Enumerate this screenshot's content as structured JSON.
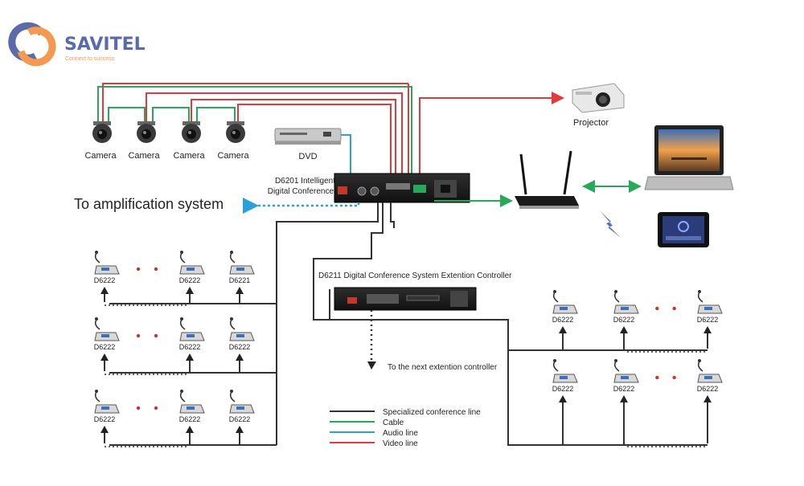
{
  "brand": {
    "name": "SAVITEL",
    "tagline": "Connect to success",
    "colors": {
      "primary": "#5b6aa8",
      "accent": "#f39a50"
    }
  },
  "devices": {
    "camera_label": "Camera",
    "dvd_label": "DVD",
    "projector_label": "Projector",
    "main_unit_line1": "D6201 Intelligent",
    "main_unit_line2": "Digital Conference",
    "extension_label": "D6211 Digital Conference System Extention Controller"
  },
  "amplification_label": "To amplification system",
  "next_extension_label": "To the next extention controller",
  "mic_labels": {
    "d6222": "D6222",
    "d6221": "D6221"
  },
  "legend": [
    {
      "label": "Specialized conference line",
      "color": "#333333"
    },
    {
      "label": "Cable",
      "color": "#27a85a"
    },
    {
      "label": "Audio line",
      "color": "#2a9fd8"
    },
    {
      "label": "Video line",
      "color": "#e03a3a"
    }
  ],
  "line_colors": {
    "conference": "#333333",
    "cable": "#27a85a",
    "audio": "#2a9fd8",
    "video": "#e03a3a"
  },
  "icons": [
    "logo-s-icon",
    "camera-icon",
    "dvd-player-icon",
    "projector-icon",
    "router-icon",
    "laptop-icon",
    "tablet-icon",
    "wireless-signal-icon",
    "microphone-icon"
  ]
}
